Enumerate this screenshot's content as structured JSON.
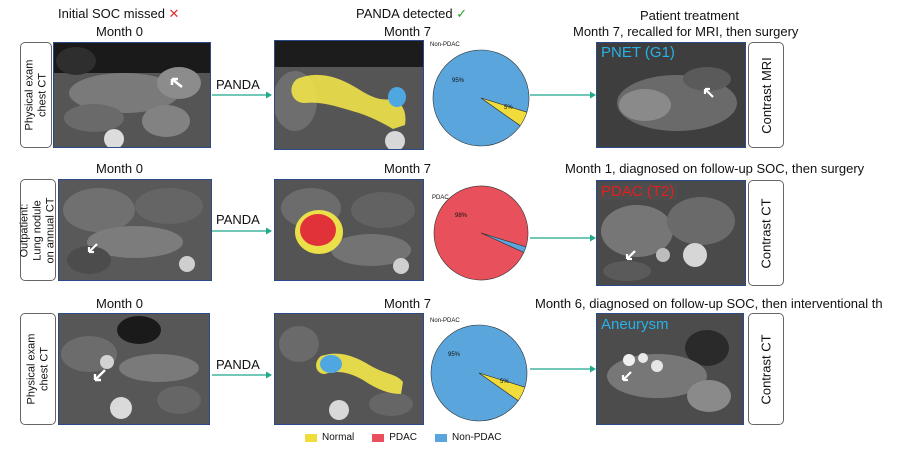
{
  "headers": {
    "col1": "Initial SOC missed",
    "col1_mark": "✕",
    "col2": "PANDA detected",
    "col2_mark": "✓",
    "col3": "Patient treatment"
  },
  "rows": [
    {
      "side_line1": "Physical exam",
      "side_line2": "chest CT",
      "side_line3": "",
      "left_month": "Month 0",
      "arrow_label": "PANDA",
      "mid_month": "Month 7",
      "pie_title": "Non-PDAC",
      "pie_main_label": "95%",
      "pie_minor_label": "5%",
      "treatment": "Month 7, recalled for MRI, then surgery",
      "image_tag": "PNET (G1)",
      "image_tag_color": "#27b2e8",
      "modality_line1": "Contrast MRI",
      "modality_line2": ""
    },
    {
      "side_line1": "Outpatient:",
      "side_line2": "Lung nodule",
      "side_line3": "on annual CT",
      "left_month": "Month 0",
      "arrow_label": "PANDA",
      "mid_month": "Month 7",
      "pie_title": "PDAC",
      "pie_main_label": "98%",
      "pie_minor_label": "",
      "treatment": "Month 1, diagnosed on follow-up SOC, then surgery",
      "image_tag": "PDAC (T2)",
      "image_tag_color": "#e02020",
      "modality_line1": "Contrast CT",
      "modality_line2": ""
    },
    {
      "side_line1": "Physical exam",
      "side_line2": "chest CT",
      "side_line3": "",
      "left_month": "Month 0",
      "arrow_label": "PANDA",
      "mid_month": "Month 7",
      "pie_title": "Non-PDAC",
      "pie_main_label": "95%",
      "pie_minor_label": "5%",
      "treatment": "Month 6, diagnosed on follow-up SOC, then interventional th",
      "image_tag": "Aneurysm",
      "image_tag_color": "#27b2e8",
      "modality_line1": "Contrast CT",
      "modality_line2": ""
    }
  ],
  "pies": [
    {
      "slices": [
        {
          "name": "Non-PDAC",
          "value": 95
        },
        {
          "name": "Normal",
          "value": 5
        }
      ]
    },
    {
      "slices": [
        {
          "name": "PDAC",
          "value": 98
        },
        {
          "name": "Non-PDAC",
          "value": 2
        }
      ]
    },
    {
      "slices": [
        {
          "name": "Non-PDAC",
          "value": 95
        },
        {
          "name": "Normal",
          "value": 5
        }
      ]
    }
  ],
  "legend": [
    {
      "label": "Normal",
      "color": "#f0dc3a"
    },
    {
      "label": "PDAC",
      "color": "#e8505b"
    },
    {
      "label": "Non-PDAC",
      "color": "#5aa6dc"
    }
  ],
  "colors": {
    "normal": "#f0dc3a",
    "pdac": "#e8505b",
    "nonpdac": "#5aa6dc",
    "arrow": "#1fa88a",
    "panel_border": "#2b4a8a"
  }
}
